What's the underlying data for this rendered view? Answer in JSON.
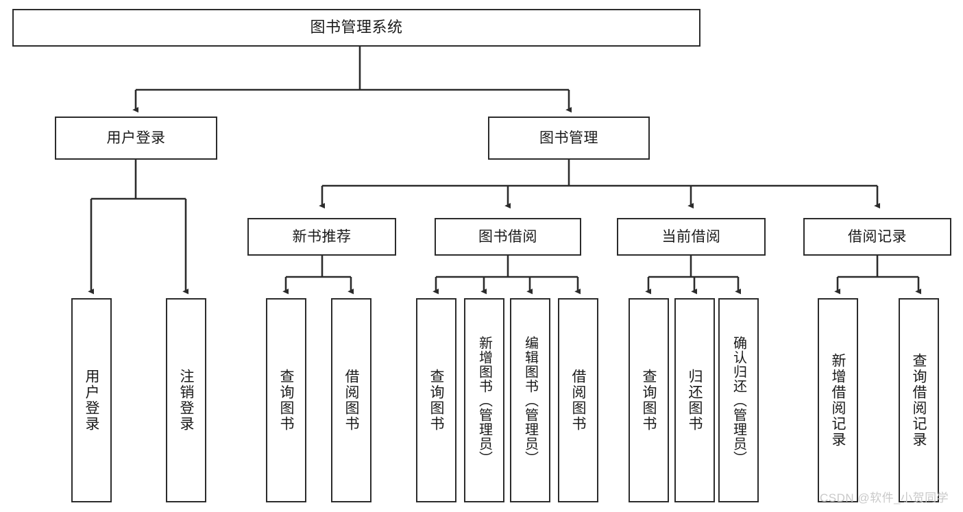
{
  "diagram": {
    "type": "tree-hierarchy-chart",
    "title_node": "图书管理系统",
    "line_color": "#2b2b2b",
    "box_border_color": "#2b2b2b",
    "box_fill_color": "#ffffff",
    "background_color": "#ffffff",
    "nodes": {
      "root": {
        "label": "图书管理系统"
      },
      "level1": [
        {
          "id": "user-login",
          "label": "用户登录"
        },
        {
          "id": "book-management",
          "label": "图书管理"
        }
      ],
      "level2": [
        {
          "id": "new-book-recommend",
          "label": "新书推荐"
        },
        {
          "id": "book-borrow",
          "label": "图书借阅"
        },
        {
          "id": "current-borrow",
          "label": "当前借阅"
        },
        {
          "id": "borrow-record",
          "label": "借阅记录"
        }
      ],
      "leaves": [
        {
          "id": "leaf-user-login",
          "label": "用户登录",
          "parent": "user-login"
        },
        {
          "id": "leaf-logout-login",
          "label": "注销登录",
          "parent": "user-login"
        },
        {
          "id": "leaf-query-book-1",
          "label": "查询图书",
          "parent": "new-book-recommend"
        },
        {
          "id": "leaf-borrow-book-1",
          "label": "借阅图书",
          "parent": "new-book-recommend"
        },
        {
          "id": "leaf-query-book-2",
          "label": "查询图书",
          "parent": "book-borrow"
        },
        {
          "id": "leaf-add-book-admin",
          "label": "新增图书（管理员）",
          "parent": "book-borrow"
        },
        {
          "id": "leaf-edit-book-admin",
          "label": "编辑图书（管理员）",
          "parent": "book-borrow"
        },
        {
          "id": "leaf-borrow-book-2",
          "label": "借阅图书",
          "parent": "book-borrow"
        },
        {
          "id": "leaf-query-book-3",
          "label": "查询图书",
          "parent": "current-borrow"
        },
        {
          "id": "leaf-return-book",
          "label": "归还图书",
          "parent": "current-borrow"
        },
        {
          "id": "leaf-confirm-return-admin",
          "label": "确认归还（管理员）",
          "parent": "current-borrow"
        },
        {
          "id": "leaf-add-borrow-record",
          "label": "新增借阅记录",
          "parent": "borrow-record"
        },
        {
          "id": "leaf-query-borrow-record",
          "label": "查询借阅记录",
          "parent": "borrow-record"
        }
      ]
    }
  },
  "watermark": {
    "text": "CSDN @软件_小贺同学"
  }
}
